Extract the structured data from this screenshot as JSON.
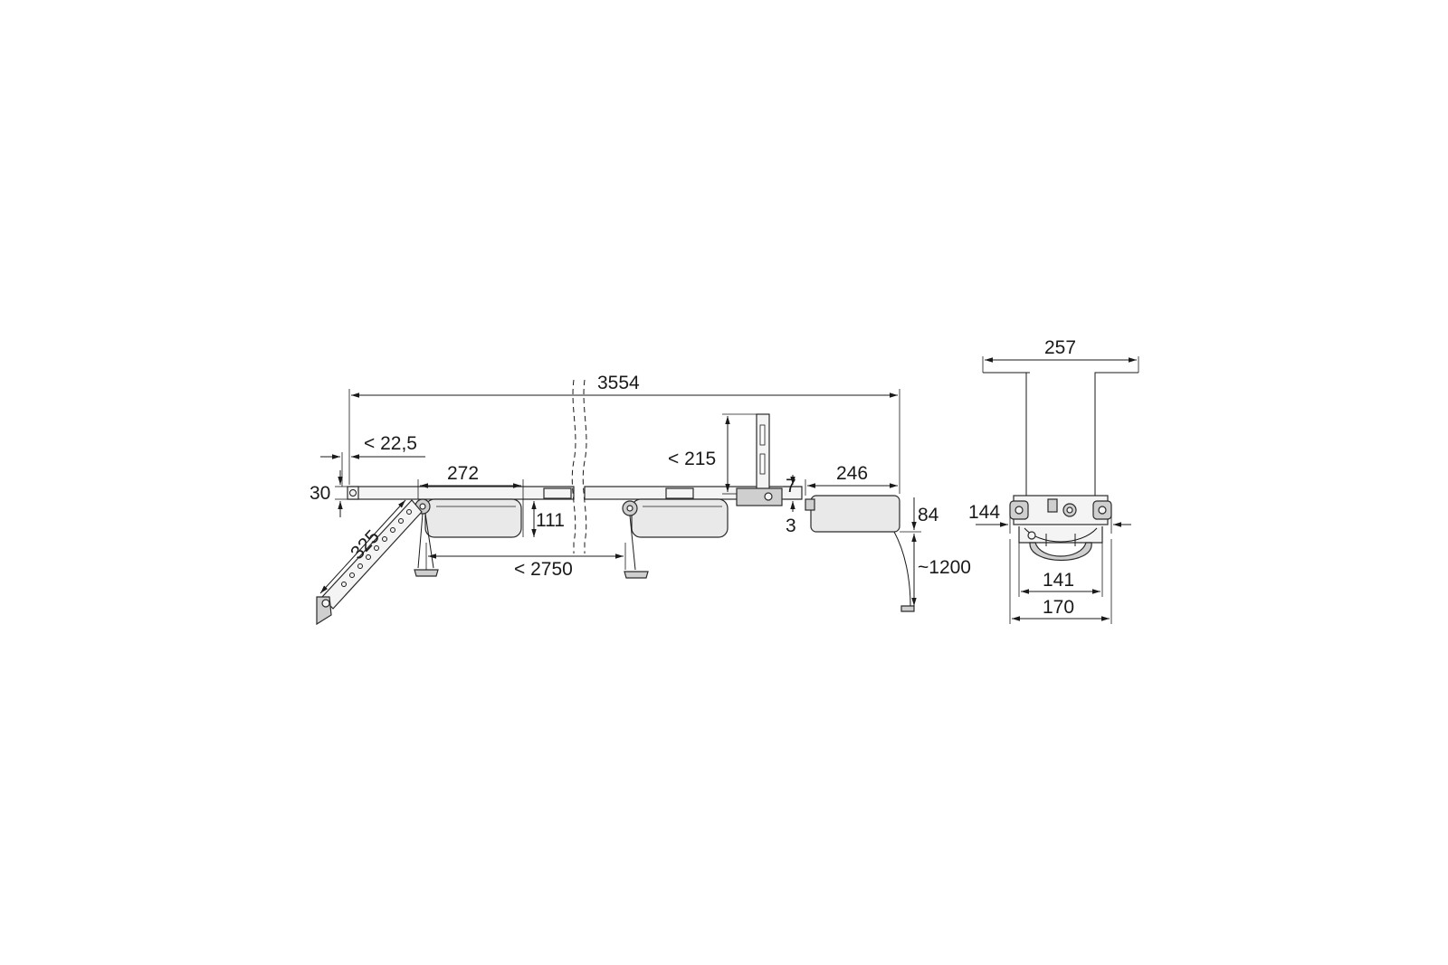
{
  "drawing": {
    "side_view": {
      "dimensions": {
        "overall_length": "3554",
        "front_offset": "< 22,5",
        "rail_height": "30",
        "arm_length": "325",
        "motor_length": "272",
        "motor_height": "111",
        "travel": "< 2750",
        "bracket_height": "< 215",
        "gap_top": "7",
        "gap_bottom": "3",
        "end_unit_length": "246",
        "end_unit_height": "84",
        "cable_length": "~1200"
      }
    },
    "end_view": {
      "dimensions": {
        "top_width": "257",
        "height": "144",
        "inner_width": "141",
        "outer_width": "170"
      }
    }
  }
}
